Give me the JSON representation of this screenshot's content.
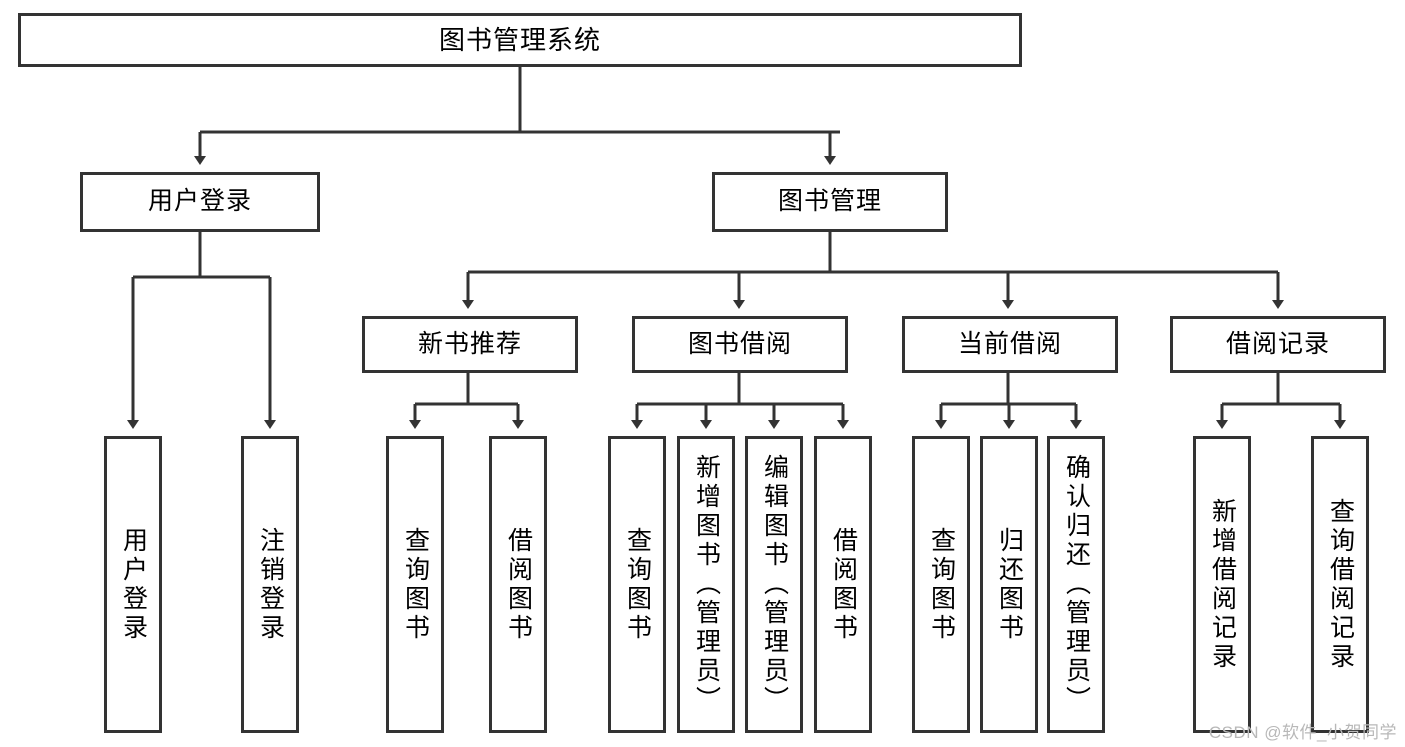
{
  "diagram": {
    "type": "tree",
    "title": "图书管理系统",
    "orientation": "top-down",
    "colors": {
      "node_border": "#333333",
      "node_fill": "#ffffff",
      "edge": "#333333",
      "text": "#000000",
      "watermark": "#b8b8b8",
      "background": "#ffffff"
    },
    "root": {
      "id": "root",
      "label": "图书管理系统",
      "text_direction": "horizontal"
    },
    "level2": [
      {
        "id": "user-login",
        "label": "用户登录",
        "text_direction": "horizontal"
      },
      {
        "id": "book-manage",
        "label": "图书管理",
        "text_direction": "horizontal"
      }
    ],
    "level3": [
      {
        "id": "new-book-recommend",
        "label": "新书推荐",
        "parent": "book-manage",
        "text_direction": "horizontal"
      },
      {
        "id": "book-borrow",
        "label": "图书借阅",
        "parent": "book-manage",
        "text_direction": "horizontal"
      },
      {
        "id": "current-borrow",
        "label": "当前借阅",
        "parent": "book-manage",
        "text_direction": "horizontal"
      },
      {
        "id": "borrow-record",
        "label": "借阅记录",
        "parent": "book-manage",
        "text_direction": "horizontal"
      }
    ],
    "leaves": [
      {
        "id": "leaf-user-login",
        "label": "用户登录",
        "parent": "user-login",
        "text_direction": "vertical"
      },
      {
        "id": "leaf-logout-login",
        "label": "注销登录",
        "parent": "user-login",
        "text_direction": "vertical"
      },
      {
        "id": "leaf-query-book-1",
        "label": "查询图书",
        "parent": "new-book-recommend",
        "text_direction": "vertical"
      },
      {
        "id": "leaf-borrow-book-1",
        "label": "借阅图书",
        "parent": "new-book-recommend",
        "text_direction": "vertical"
      },
      {
        "id": "leaf-query-book-2",
        "label": "查询图书",
        "parent": "book-borrow",
        "text_direction": "vertical"
      },
      {
        "id": "leaf-add-book",
        "label": "新增图书（管理员）",
        "parent": "book-borrow",
        "text_direction": "vertical"
      },
      {
        "id": "leaf-edit-book",
        "label": "编辑图书（管理员）",
        "parent": "book-borrow",
        "text_direction": "vertical"
      },
      {
        "id": "leaf-borrow-book-2",
        "label": "借阅图书",
        "parent": "book-borrow",
        "text_direction": "vertical"
      },
      {
        "id": "leaf-query-book-3",
        "label": "查询图书",
        "parent": "current-borrow",
        "text_direction": "vertical"
      },
      {
        "id": "leaf-return-book",
        "label": "归还图书",
        "parent": "current-borrow",
        "text_direction": "vertical"
      },
      {
        "id": "leaf-confirm-return",
        "label": "确认归还（管理员）",
        "parent": "current-borrow",
        "text_direction": "vertical"
      },
      {
        "id": "leaf-add-record",
        "label": "新增借阅记录",
        "parent": "borrow-record",
        "text_direction": "vertical"
      },
      {
        "id": "leaf-query-record",
        "label": "查询借阅记录",
        "parent": "borrow-record",
        "text_direction": "vertical"
      }
    ],
    "watermark": "CSDN @软件_小贺同学"
  }
}
